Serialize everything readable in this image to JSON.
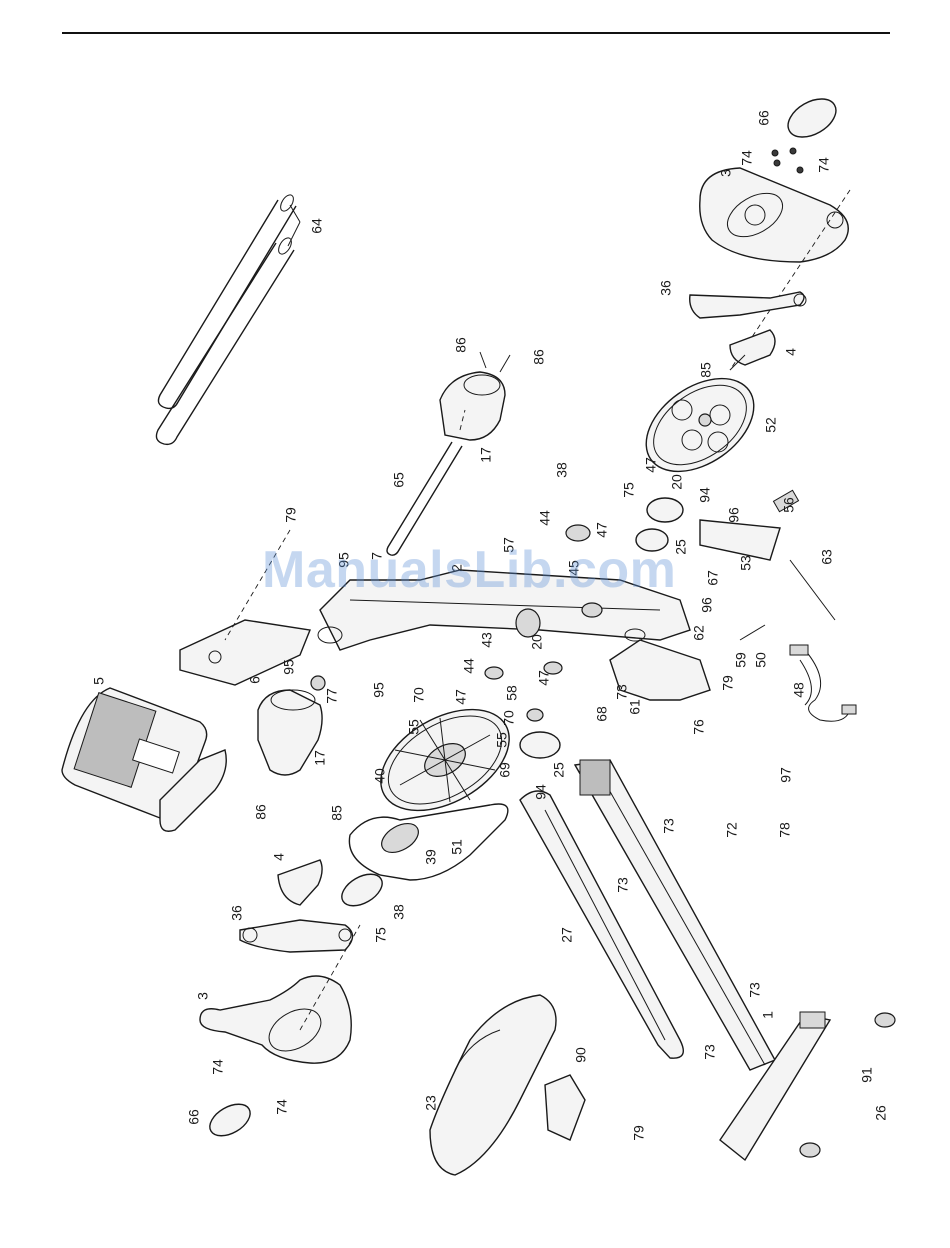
{
  "watermark": "ManualsLib.com",
  "callouts": [
    {
      "id": "66-top",
      "label": "66"
    },
    {
      "id": "74-a",
      "label": "74"
    },
    {
      "id": "74-b",
      "label": "74"
    },
    {
      "id": "3-top",
      "label": "3"
    },
    {
      "id": "64",
      "label": "64"
    },
    {
      "id": "36-top",
      "label": "36"
    },
    {
      "id": "4-top",
      "label": "4"
    },
    {
      "id": "85-top",
      "label": "85"
    },
    {
      "id": "86-a",
      "label": "86"
    },
    {
      "id": "86-b",
      "label": "86"
    },
    {
      "id": "52",
      "label": "52"
    },
    {
      "id": "17-top",
      "label": "17"
    },
    {
      "id": "65",
      "label": "65"
    },
    {
      "id": "38-top",
      "label": "38"
    },
    {
      "id": "47-a",
      "label": "47"
    },
    {
      "id": "75-top",
      "label": "75"
    },
    {
      "id": "20-a",
      "label": "20"
    },
    {
      "id": "94-a",
      "label": "94"
    },
    {
      "id": "56",
      "label": "56"
    },
    {
      "id": "96-a",
      "label": "96"
    },
    {
      "id": "44-a",
      "label": "44"
    },
    {
      "id": "47-b",
      "label": "47"
    },
    {
      "id": "25-a",
      "label": "25"
    },
    {
      "id": "53",
      "label": "53"
    },
    {
      "id": "63",
      "label": "63"
    },
    {
      "id": "57",
      "label": "57"
    },
    {
      "id": "45",
      "label": "45"
    },
    {
      "id": "67",
      "label": "67"
    },
    {
      "id": "79-top",
      "label": "79"
    },
    {
      "id": "95-a",
      "label": "95"
    },
    {
      "id": "7",
      "label": "7"
    },
    {
      "id": "2",
      "label": "2"
    },
    {
      "id": "96-b",
      "label": "96"
    },
    {
      "id": "62",
      "label": "62"
    },
    {
      "id": "43",
      "label": "43"
    },
    {
      "id": "20-b",
      "label": "20"
    },
    {
      "id": "59",
      "label": "59"
    },
    {
      "id": "50",
      "label": "50"
    },
    {
      "id": "5",
      "label": "5"
    },
    {
      "id": "6",
      "label": "6"
    },
    {
      "id": "95-b",
      "label": "95"
    },
    {
      "id": "77",
      "label": "77"
    },
    {
      "id": "95-c",
      "label": "95"
    },
    {
      "id": "44-b",
      "label": "44"
    },
    {
      "id": "47-c",
      "label": "47"
    },
    {
      "id": "70-a",
      "label": "70"
    },
    {
      "id": "55-a",
      "label": "55"
    },
    {
      "id": "58",
      "label": "58"
    },
    {
      "id": "47-d",
      "label": "47"
    },
    {
      "id": "73-a",
      "label": "73"
    },
    {
      "id": "61",
      "label": "61"
    },
    {
      "id": "79-mid",
      "label": "79"
    },
    {
      "id": "48",
      "label": "48"
    },
    {
      "id": "68",
      "label": "68"
    },
    {
      "id": "70-b",
      "label": "70"
    },
    {
      "id": "55-b",
      "label": "55"
    },
    {
      "id": "69",
      "label": "69"
    },
    {
      "id": "76",
      "label": "76"
    },
    {
      "id": "17-bot",
      "label": "17"
    },
    {
      "id": "40",
      "label": "40"
    },
    {
      "id": "25-b",
      "label": "25"
    },
    {
      "id": "94-b",
      "label": "94"
    },
    {
      "id": "97",
      "label": "97"
    },
    {
      "id": "86-c",
      "label": "86"
    },
    {
      "id": "85-bot",
      "label": "85"
    },
    {
      "id": "73-b",
      "label": "73"
    },
    {
      "id": "72",
      "label": "72"
    },
    {
      "id": "78",
      "label": "78"
    },
    {
      "id": "4-bot",
      "label": "4"
    },
    {
      "id": "51",
      "label": "51"
    },
    {
      "id": "39",
      "label": "39"
    },
    {
      "id": "73-c",
      "label": "73"
    },
    {
      "id": "36-bot",
      "label": "36"
    },
    {
      "id": "38-bot",
      "label": "38"
    },
    {
      "id": "75-bot",
      "label": "75"
    },
    {
      "id": "27",
      "label": "27"
    },
    {
      "id": "3-bot",
      "label": "3"
    },
    {
      "id": "73-d",
      "label": "73"
    },
    {
      "id": "1",
      "label": "1"
    },
    {
      "id": "73-e",
      "label": "73"
    },
    {
      "id": "74-c",
      "label": "74"
    },
    {
      "id": "74-d",
      "label": "74"
    },
    {
      "id": "66-bot",
      "label": "66"
    },
    {
      "id": "23",
      "label": "23"
    },
    {
      "id": "90",
      "label": "90"
    },
    {
      "id": "79-bot",
      "label": "79"
    },
    {
      "id": "91",
      "label": "91"
    },
    {
      "id": "26",
      "label": "26"
    }
  ]
}
